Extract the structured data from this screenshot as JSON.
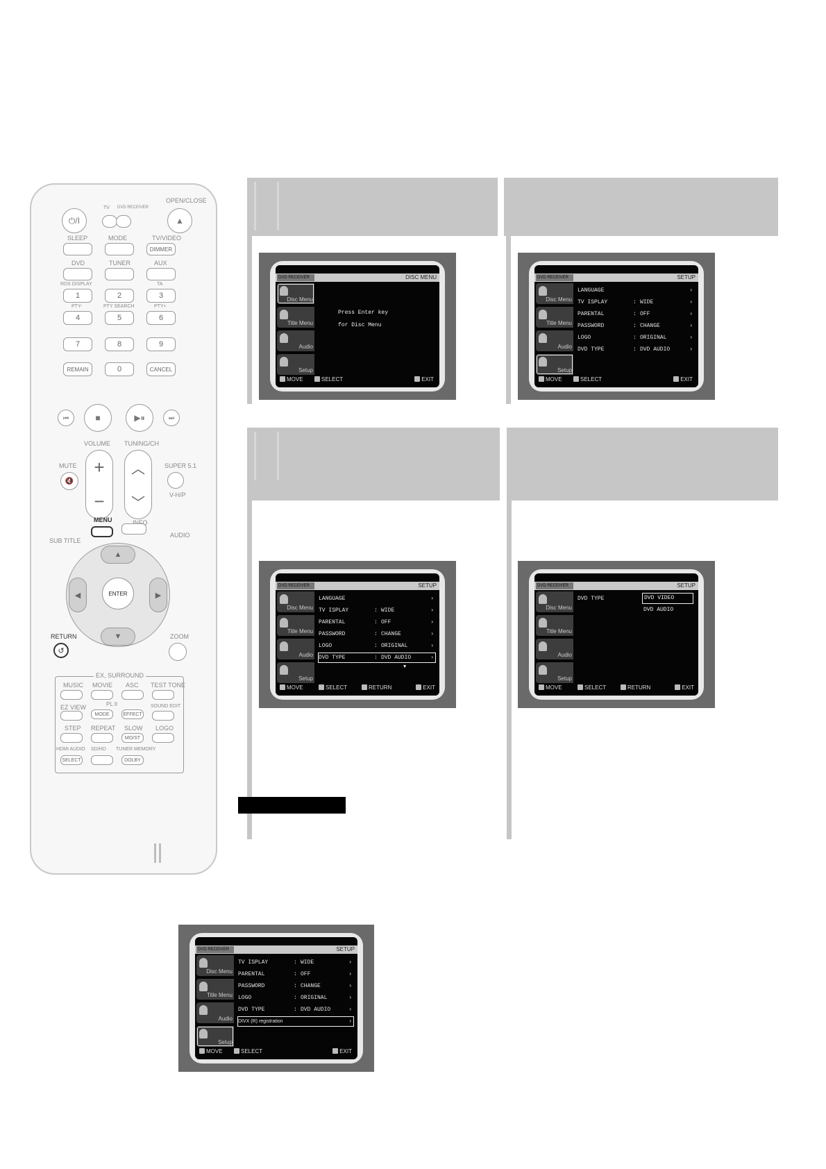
{
  "remote": {
    "open_close": "OPEN/CLOSE",
    "power": "⏻/I",
    "tv": "TV",
    "dvd_receiver": "DVD RECEIVER",
    "sleep": "SLEEP",
    "mode": "MODE",
    "tv_video": "TV/VIDEO",
    "dimmer": "DIMMER",
    "dvd": "DVD",
    "tuner": "TUNER",
    "aux": "AUX",
    "rds_display": "RDS DISPLAY",
    "ta": "TA",
    "pty_minus": "PTY-",
    "pty_search": "PTY SEARCH",
    "pty_plus": "PTY+",
    "digits": [
      "1",
      "2",
      "3",
      "4",
      "5",
      "6",
      "7",
      "8",
      "9"
    ],
    "remain": "REMAIN",
    "zero": "0",
    "cancel": "CANCEL",
    "volume": "VOLUME",
    "tuning_ch": "TUNING/CH",
    "mute": "MUTE",
    "super51": "SUPER 5.1",
    "vhp": "V-H/P",
    "menu": "MENU",
    "info": "INFO",
    "subtitle": "SUB TITLE",
    "audio": "AUDIO",
    "enter": "ENTER",
    "return": "RETURN",
    "zoom": "ZOOM",
    "ex_surround": "EX, SURROUND",
    "music": "MUSIC",
    "movie": "MOVIE",
    "asc": "ASC",
    "test_tone": "TEST TONE",
    "ez_view": "EZ VIEW",
    "pl2": "PL II",
    "sound_edit": "SOUND EDIT",
    "pl_mode": "MODE",
    "pl_effect": "EFFECT",
    "step": "STEP",
    "repeat": "REPEAT",
    "slow": "SLOW",
    "logo": "LOGO",
    "mo_st": "MO/ST",
    "hdmi_audio": "HDMI AUDIO",
    "sd_hd": "SD/HD",
    "tuner_memory": "TUNER MEMORY",
    "select": "SELECT",
    "dolby": "DOLBY"
  },
  "screens": {
    "s1": {
      "brand": "DVD RECEIVER",
      "title": "DISC MENU",
      "side": [
        "Disc Menu",
        "Title Menu",
        "Audio",
        "Setup"
      ],
      "message": [
        "Press Enter key",
        "for Disc Menu"
      ],
      "footer": [
        "MOVE",
        "SELECT",
        "EXIT"
      ]
    },
    "s2": {
      "brand": "DVD RECEIVER",
      "title": "SETUP",
      "side": [
        "Disc Menu",
        "Title Menu",
        "Audio",
        "Setup"
      ],
      "rows": [
        {
          "k": "LANGUAGE",
          "c": "",
          "v": "",
          "a": "›"
        },
        {
          "k": "TV  ISPLAY",
          "c": ":",
          "v": "WIDE",
          "a": "›"
        },
        {
          "k": "PARENTAL",
          "c": ":",
          "v": "OFF",
          "a": "›"
        },
        {
          "k": "PASSWORD",
          "c": ":",
          "v": "CHANGE",
          "a": "›"
        },
        {
          "k": "LOGO",
          "c": ":",
          "v": "ORIGINAL",
          "a": "›"
        },
        {
          "k": "DVD TYPE",
          "c": ":",
          "v": "DVD AUDIO",
          "a": "›"
        }
      ],
      "footer": [
        "MOVE",
        "SELECT",
        "EXIT"
      ]
    },
    "s3": {
      "brand": "DVD RECEIVER",
      "title": "SETUP",
      "side": [
        "Disc Menu",
        "Title Menu",
        "Audio",
        "Setup"
      ],
      "rows": [
        {
          "k": "LANGUAGE",
          "c": "",
          "v": "",
          "a": "›"
        },
        {
          "k": "TV  ISPLAY",
          "c": ":",
          "v": "WIDE",
          "a": "›"
        },
        {
          "k": "PARENTAL",
          "c": ":",
          "v": "OFF",
          "a": "›"
        },
        {
          "k": "PASSWORD",
          "c": ":",
          "v": "CHANGE",
          "a": "›"
        },
        {
          "k": "LOGO",
          "c": ":",
          "v": "ORIGINAL",
          "a": "›"
        },
        {
          "k": "DVD TYPE",
          "c": ":",
          "v": "DVD AUDIO",
          "a": "›"
        }
      ],
      "footer": [
        "MOVE",
        "SELECT",
        "RETURN",
        "EXIT"
      ]
    },
    "s4": {
      "brand": "DVD RECEIVER",
      "title": "SETUP",
      "side": [
        "Disc Menu",
        "Title Menu",
        "Audio",
        "Setup"
      ],
      "label": "DVD TYPE",
      "options": [
        "DVD VIDEO",
        "DVD AUDIO"
      ],
      "footer": [
        "MOVE",
        "SELECT",
        "RETURN",
        "EXIT"
      ]
    },
    "s5": {
      "brand": "DVD RECEIVER",
      "title": "SETUP",
      "side": [
        "Disc Menu",
        "Title Menu",
        "Audio",
        "Setup"
      ],
      "rows": [
        {
          "k": "TV  ISPLAY",
          "c": ":",
          "v": "WIDE",
          "a": "›"
        },
        {
          "k": "PARENTAL",
          "c": ":",
          "v": "OFF",
          "a": "›"
        },
        {
          "k": "PASSWORD",
          "c": ":",
          "v": "CHANGE",
          "a": "›"
        },
        {
          "k": "LOGO",
          "c": ":",
          "v": "ORIGINAL",
          "a": "›"
        },
        {
          "k": "DVD TYPE",
          "c": ":",
          "v": "DVD AUDIO",
          "a": "›"
        },
        {
          "k": "DIVX (R) registration",
          "c": "",
          "v": "",
          "a": "›"
        }
      ],
      "footer": [
        "MOVE",
        "SELECT",
        "EXIT"
      ]
    }
  }
}
